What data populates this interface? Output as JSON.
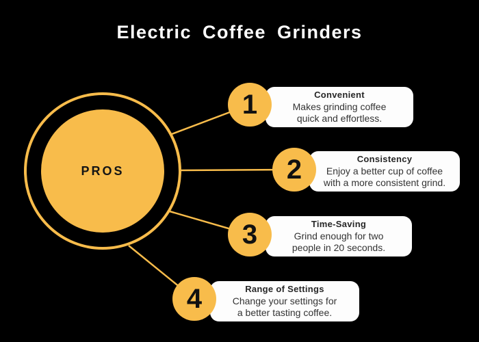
{
  "title": "Electric Coffee Grinders",
  "hub": {
    "label": "PROS"
  },
  "items": [
    {
      "number": "1",
      "title": "Convenient",
      "lines": [
        "Makes grinding coffee",
        "quick and effortless."
      ]
    },
    {
      "number": "2",
      "title": "Consistency",
      "lines": [
        "Enjoy a better cup of coffee",
        "with a more consistent grind."
      ]
    },
    {
      "number": "3",
      "title": "Time-Saving",
      "lines": [
        "Grind enough for two",
        "people in 20 seconds."
      ]
    },
    {
      "number": "4",
      "title": "Range of Settings",
      "lines": [
        "Change your settings for",
        "a better tasting coffee."
      ]
    }
  ],
  "colors": {
    "background": "#000000",
    "accent_yellow": "#F8BC4B",
    "card_background": "#FDFDFD",
    "card_text": "#333333",
    "number_text": "#111111",
    "title_text": "#FFFFFF"
  }
}
